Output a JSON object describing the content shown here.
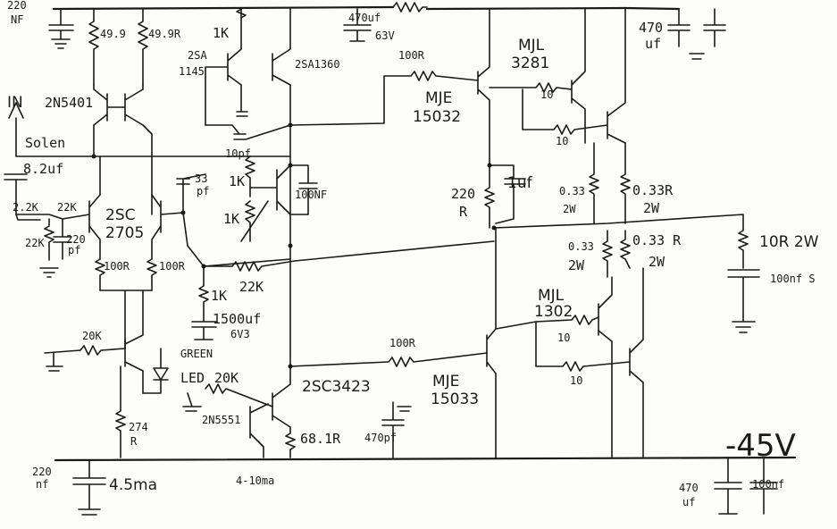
{
  "labels": {
    "c_top_left_1": "220",
    "c_top_left_2": "NF",
    "r_49_left": "49.9",
    "r_49_right": "49.9R",
    "r_1k_top": "1K",
    "q_2sa1145_1": "2SA",
    "q_2sa1145_2": "1145",
    "q_2sa1360": "2SA1360",
    "c_470uf_63v_1": "470uf",
    "c_470uf_63v_2": "63V",
    "r_100r_top": "100R",
    "q_mjl3281_1": "MJL",
    "q_mjl3281_2": "3281",
    "c_470uf_tr_1": "470",
    "c_470uf_tr_2": "uf",
    "in_label": "IN",
    "q_2n5401": "2N5401",
    "solen_1": "Solen",
    "solen_2": "8.2uf",
    "q_mje15032_1": "MJE",
    "q_mje15032_2": "15032",
    "r_10_a": "10",
    "r_10_b": "10",
    "c_10pf": "10pf",
    "c_33pf_1": "33",
    "c_33pf_2": "pf",
    "r_1k_mid": "1K",
    "r_1k_pot": "1K",
    "c_100nf_mid": "100NF",
    "r_220r_1": "220",
    "r_220r_2": "R",
    "c_1uf": "1uf",
    "r_033_a_1": "0.33",
    "r_033_a_2": "2W",
    "r_033_b_1": "0.33R",
    "r_033_b_2": "2W",
    "r_22k_a": "2.2K",
    "r_22k_b": "22K",
    "r_22k_c": "22K",
    "c_220pf_1": "220",
    "c_220pf_2": "pf",
    "q_2sc2705_1": "2SC",
    "q_2sc2705_2": "2705",
    "r_100r_l": "100R",
    "r_100r_r": "100R",
    "r_22k_fb": "22K",
    "r_1k_fb": "1K",
    "c_1500uf_1": "1500uf",
    "c_1500uf_2": "6V3",
    "r_033_c_1": "0.33",
    "r_033_c_2": "2W",
    "r_033_d_1": "0.33 R",
    "r_033_d_2": "2W",
    "r_10r_2w": "10R 2W",
    "c_100nf_zobel": "100nf S",
    "q_mjl1302_1": "MJL",
    "q_mjl1302_2": "1302",
    "r_10_c": "10",
    "r_10_d": "10",
    "r_20k_a": "20K",
    "led_green": "GREEN",
    "r_100r_bot": "100R",
    "led_label": "LED",
    "r_20k_b": "20K",
    "q_2sc3423": "2SC3423",
    "q_mje15033_1": "MJE",
    "q_mje15033_2": "15033",
    "q_2n5551": "2N5551",
    "r_274r_1": "274",
    "r_274r_2": "R",
    "r_681r": "68.1R",
    "c_470pf": "470pf",
    "neg_rail": "-45V",
    "c_220nf_bl_1": "220",
    "c_220nf_bl_2": "nf",
    "current_45": "4.5ma",
    "current_410": "4-10ma",
    "c_470uf_br_1": "470",
    "c_470uf_br_2": "uf",
    "c_100nf_br": "100nf"
  }
}
